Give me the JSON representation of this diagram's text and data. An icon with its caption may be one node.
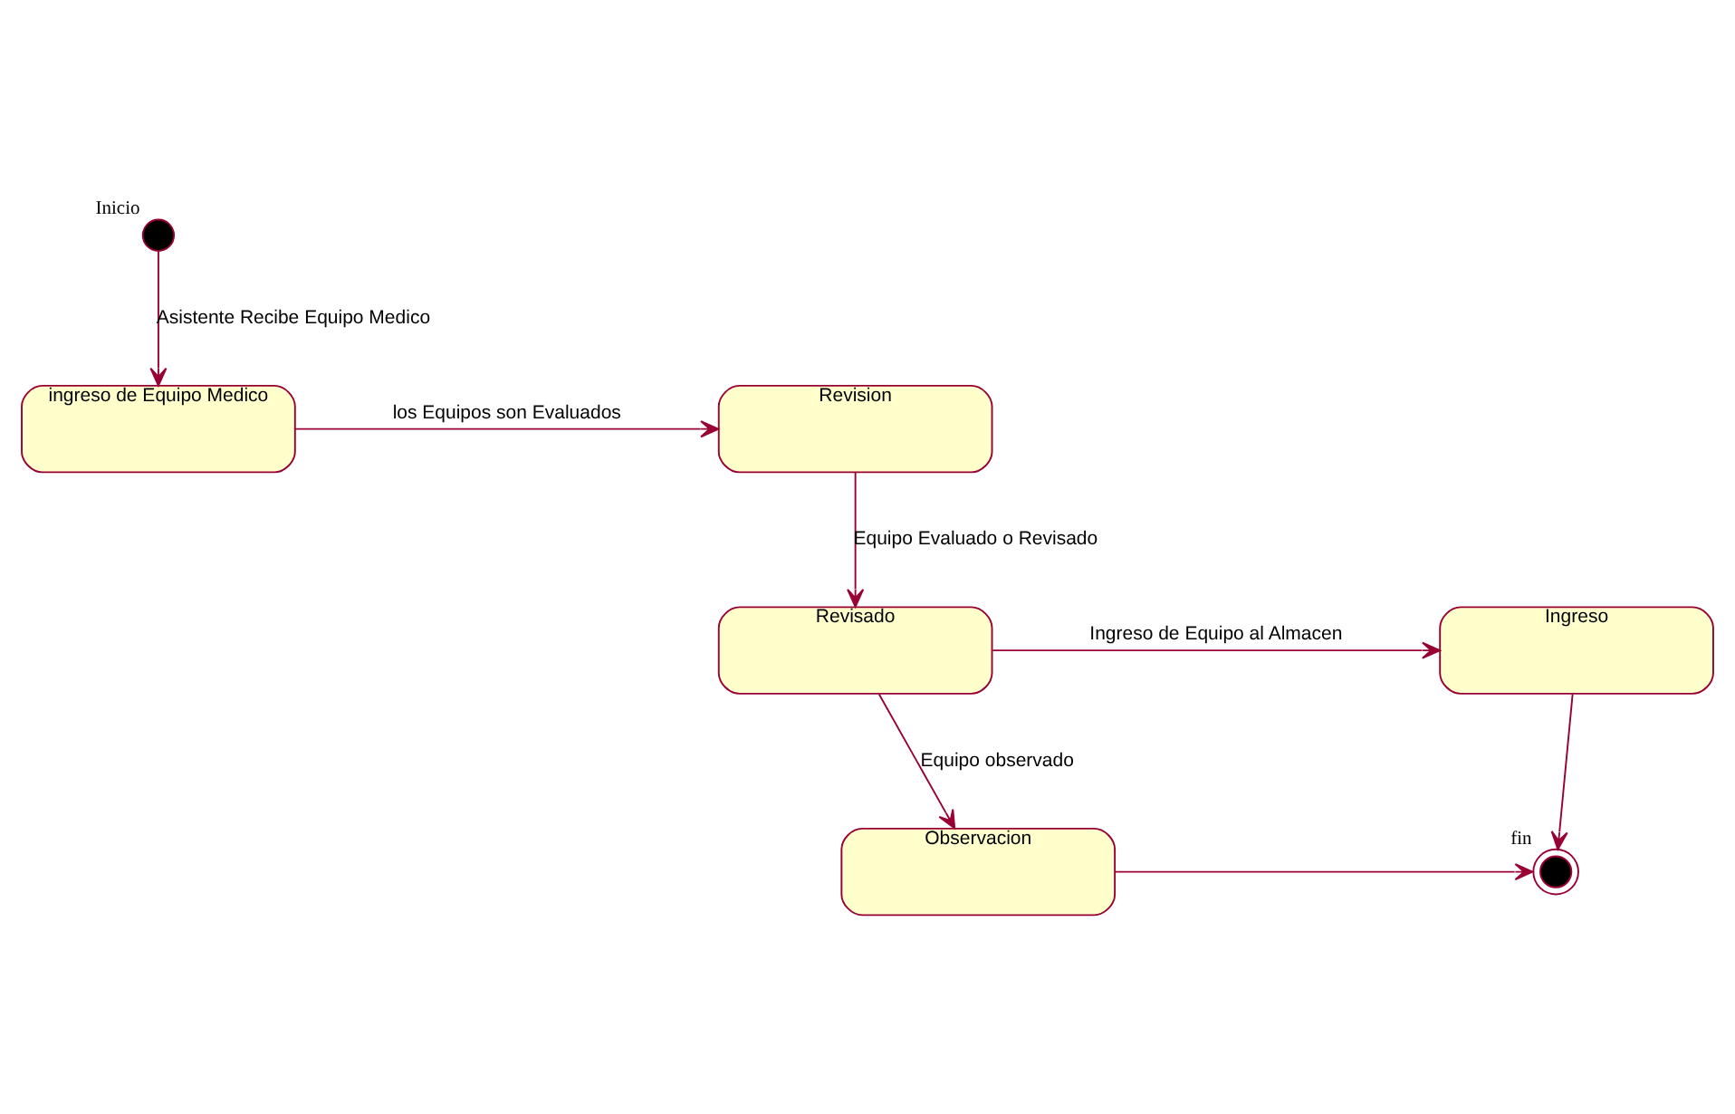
{
  "diagram": {
    "nodes": [
      {
        "text": [],
        "shape": "circle",
        "beside": [
          "Inicio"
        ]
      },
      {
        "text": [
          "ingreso de Equipo Medico"
        ]
      },
      {
        "text": [
          "Revision"
        ]
      },
      {
        "text": [
          "Revisado"
        ]
      },
      {
        "text": [
          "Ingreso"
        ]
      },
      {
        "text": [
          "Observacion"
        ]
      },
      {
        "text": [],
        "shape": "bullseye",
        "beside": [
          "fin"
        ]
      }
    ],
    "edges": [
      {
        "from": 0,
        "to": 1,
        "arrow": "to",
        "label": "Asistente Recibe Equipo Medico"
      },
      {
        "from": 1,
        "to": 2,
        "arrow": "to",
        "label": "los Equipos son Evaluados"
      },
      {
        "from": 2,
        "to": 3,
        "arrow": "to",
        "label": "Equipo Evaluado o Revisado"
      },
      {
        "from": 3,
        "to": 4,
        "arrow": "to",
        "label": "Ingreso de Equipo al Almacen"
      },
      {
        "from": 3,
        "to": 5,
        "arrow": "to",
        "label": "Equipo observado"
      },
      {
        "from": 4,
        "to": 6,
        "arrow": "to"
      },
      {
        "from": 5,
        "to": 6,
        "arrow": "to"
      }
    ]
  }
}
